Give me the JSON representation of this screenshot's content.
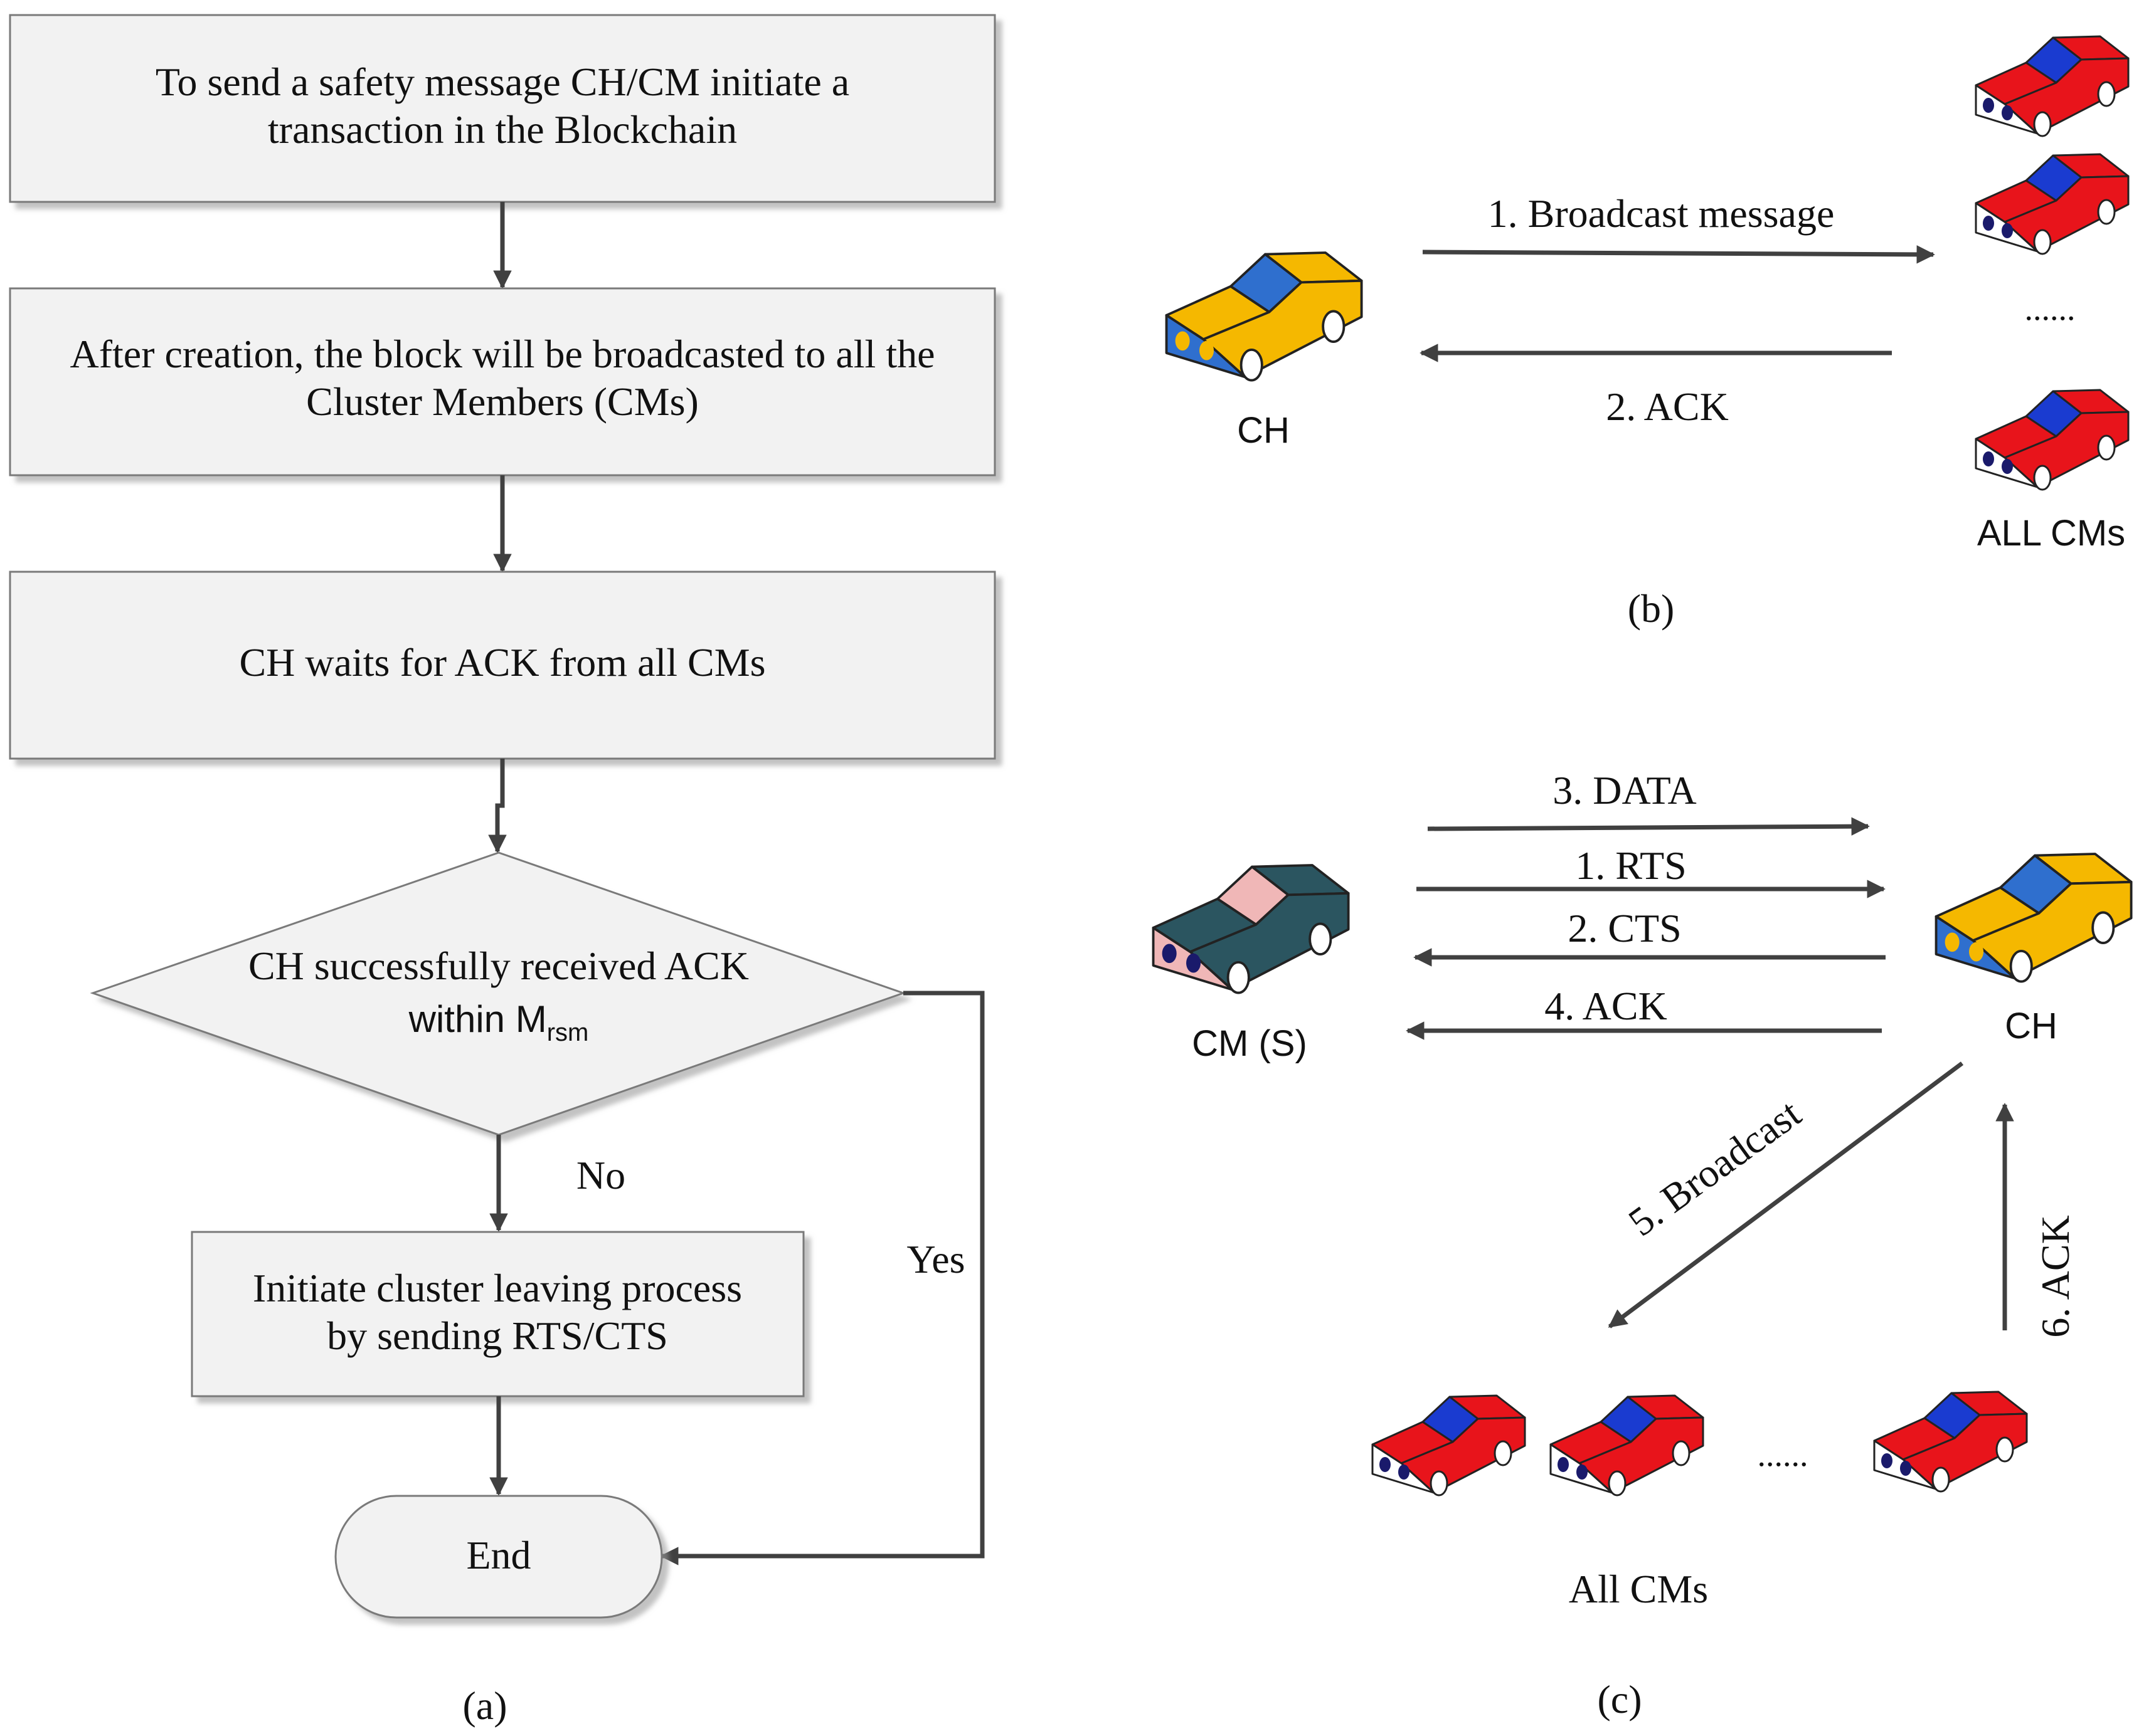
{
  "flowchart": {
    "step1": [
      "To send a safety message CH/CM initiate a",
      "transaction in the Blockchain"
    ],
    "step2": [
      "After creation, the block will be broadcasted to all the",
      "Cluster Members (CMs)"
    ],
    "step3": "CH waits for ACK from all CMs",
    "decision": {
      "line1": "CH successfully received ACK",
      "line2_main": "within M",
      "line2_sub": "rsm"
    },
    "no_label": "No",
    "yes_label": "Yes",
    "step4": [
      "Initiate cluster leaving process",
      "by sending RTS/CTS"
    ],
    "end_label": "End",
    "caption": "(a)"
  },
  "panel_b": {
    "broadcast_label": "1. Broadcast message",
    "ack_label": "2. ACK",
    "ch_label": "CH",
    "ellipsis": "......",
    "cms_label": "ALL CMs",
    "caption": "(b)"
  },
  "panel_c": {
    "data_label": "3. DATA",
    "rts_label": "1. RTS",
    "cts_label": "2. CTS",
    "ack_label": "4. ACK",
    "cm_label": "CM (S)",
    "ch_label": "CH",
    "broadcast_label": "5. Broadcast",
    "ack6_label": "6. ACK",
    "ellipsis": "......",
    "cms_label": "All CMs",
    "caption": "(c)"
  },
  "colors": {
    "box_fill": "#f2f2f2",
    "line": "#404040",
    "red_car": "#e8141b",
    "red_car_window": "#1a3bd0",
    "yellow_car": "#f5b800",
    "yellow_car_window": "#2f6fce",
    "teal_car": "#2b5560",
    "teal_car_window": "#f0b7b7"
  }
}
